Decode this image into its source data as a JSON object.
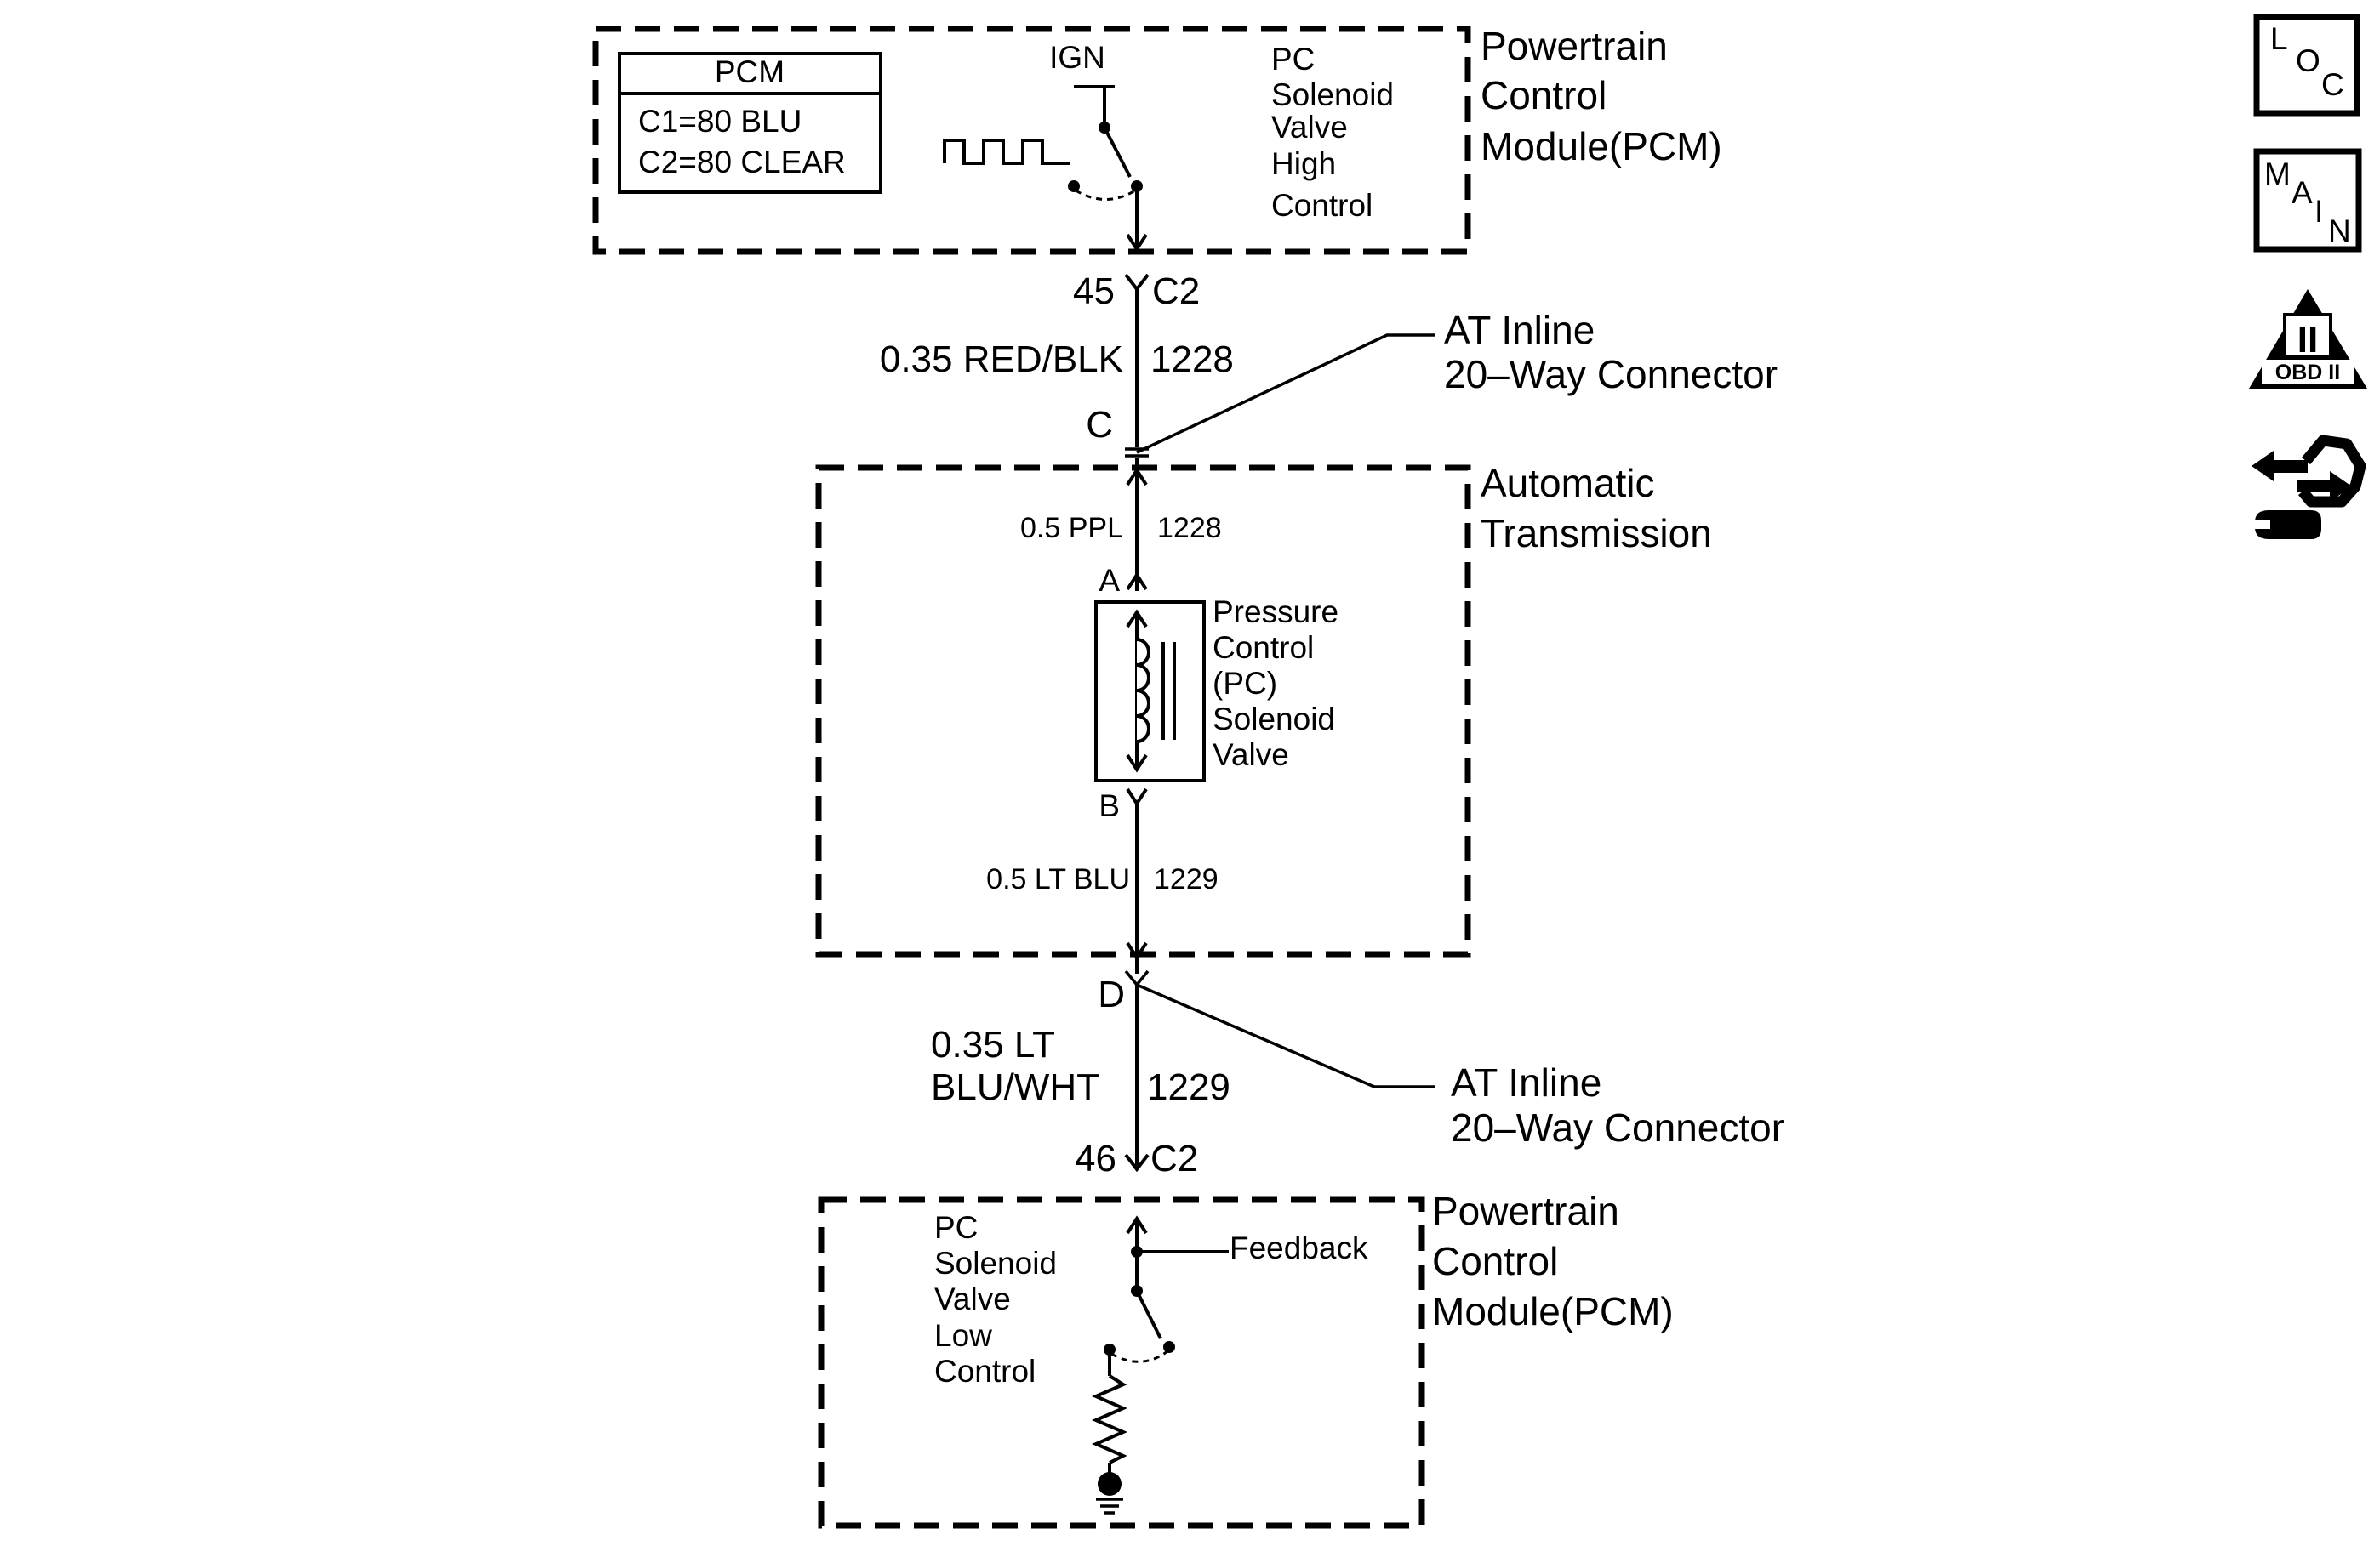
{
  "pcm_top": {
    "title_lines": [
      "Powertrain",
      "Control",
      "Module(PCM)"
    ],
    "info_box": {
      "title": "PCM",
      "lines": [
        "C1=80 BLU",
        "C2=80 CLEAR"
      ]
    },
    "ign_label": "IGN",
    "function_lines": [
      "PC",
      "Solenoid",
      "Valve",
      "High",
      "Control"
    ]
  },
  "connector_top": {
    "pin": "45",
    "name": "C2"
  },
  "wire_top": {
    "size_color": "0.35 RED/BLK",
    "circuit": "1228"
  },
  "inline_top": {
    "pin": "C",
    "label_lines": [
      "AT Inline",
      "20–Way Connector"
    ]
  },
  "transmission": {
    "title_lines": [
      "Automatic",
      "Transmission"
    ],
    "wire_upper": {
      "size_color": "0.5 PPL",
      "circuit": "1228"
    },
    "pin_a": "A",
    "pin_b": "B",
    "solenoid_lines": [
      "Pressure",
      "Control",
      "(PC)",
      "Solenoid",
      "Valve"
    ],
    "wire_lower": {
      "size_color": "0.5 LT BLU",
      "circuit": "1229"
    }
  },
  "inline_bottom": {
    "pin": "D",
    "label_lines": [
      "AT Inline",
      "20–Way Connector"
    ]
  },
  "wire_bottom": {
    "size_color_lines": [
      "0.35 LT",
      "BLU/WHT"
    ],
    "circuit": "1229"
  },
  "connector_bottom": {
    "pin": "46",
    "name": "C2"
  },
  "pcm_bottom": {
    "title_lines": [
      "Powertrain",
      "Control",
      "Module(PCM)"
    ],
    "feedback_label": "Feedback",
    "function_lines": [
      "PC",
      "Solenoid",
      "Valve",
      "Low",
      "Control"
    ]
  },
  "side_icons": {
    "loc": {
      "letters": [
        "L",
        "O",
        "C"
      ]
    },
    "main": {
      "letters": [
        "M",
        "A",
        "I",
        "N"
      ]
    },
    "obd": {
      "numeral": "II",
      "label": "OBD II"
    },
    "diagnostic": {
      "name": "diagnostic-tool-icon"
    }
  }
}
